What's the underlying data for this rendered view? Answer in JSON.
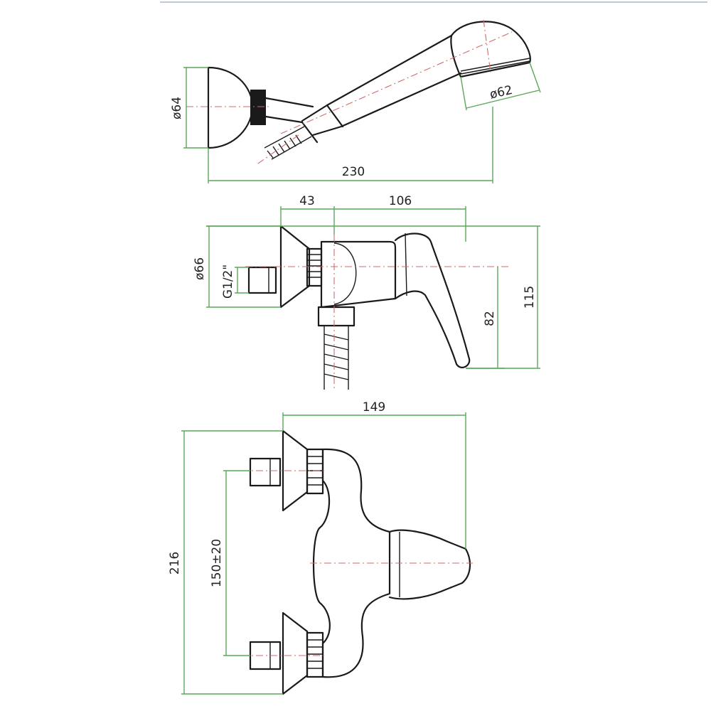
{
  "colors": {
    "outline": "#1a1a1a",
    "dimension_line": "#5aa85a",
    "center_line": "#d26b6b",
    "text": "#222222"
  },
  "hand_shower_view": {
    "dim_holder_diameter": "ø64",
    "dim_head_diameter": "ø62",
    "dim_overall_length": "230"
  },
  "side_view": {
    "dim_flange_offset": "43",
    "dim_lever_reach": "106",
    "dim_flange_diameter": "ø66",
    "dim_thread": "G1/2\"",
    "dim_outlet_height": "82",
    "dim_total_height": "115"
  },
  "front_view": {
    "dim_width": "149",
    "dim_height": "216",
    "dim_center_distance": "150±20"
  }
}
